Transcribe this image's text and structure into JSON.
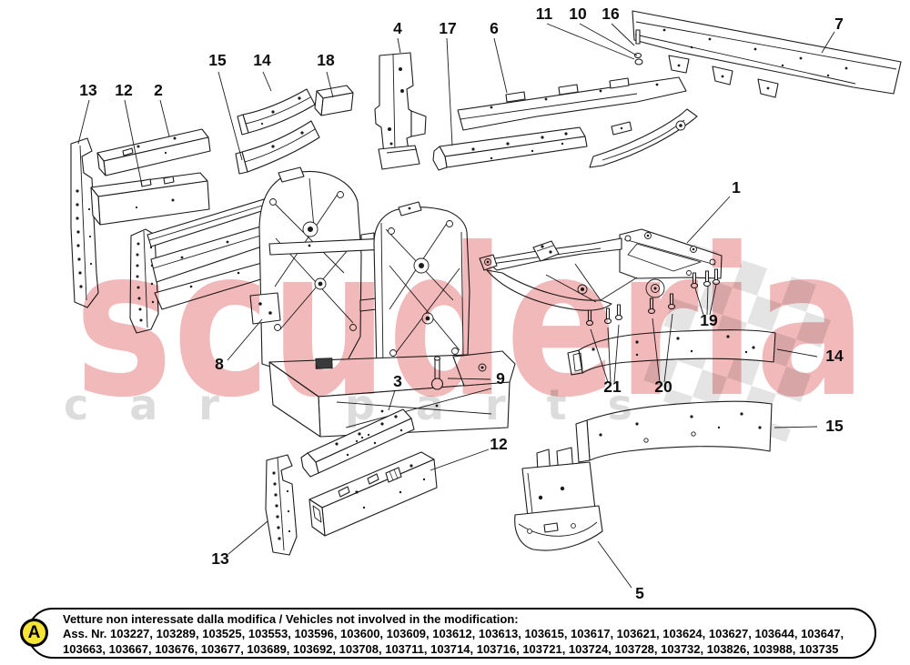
{
  "watermark": {
    "title": "scuderia",
    "subtitle": "car parts",
    "red": "#f1b9b9",
    "gray": "#dcdcdc",
    "flag_gray": "#e4e4e4"
  },
  "callouts": {
    "c13t": "13",
    "c12t": "12",
    "c2": "2",
    "c15t": "15",
    "c14t": "14",
    "c18": "18",
    "c4": "4",
    "c17": "17",
    "c6": "6",
    "c11": "11",
    "c10": "10",
    "c16": "16",
    "c7": "7",
    "c1": "1",
    "c8": "8",
    "c3": "3",
    "c9": "9",
    "c19": "19",
    "c14r": "14",
    "c21": "21",
    "c20": "20",
    "c15r": "15",
    "c12b": "12",
    "c13b": "13",
    "c5": "5"
  },
  "note": {
    "badge": "A",
    "line1": "Vetture non interessate dalla modifica / Vehicles not involved in the modification:",
    "line2": "Ass. Nr. 103227, 103289, 103525, 103553, 103596, 103600, 103609, 103612, 103613, 103615, 103617, 103621, 103624, 103627, 103644, 103647,",
    "line3": "103663, 103667, 103676, 103677, 103689, 103692, 103708, 103711, 103714, 103716, 103721, 103724, 103728, 103732, 103826, 103988, 103735"
  }
}
